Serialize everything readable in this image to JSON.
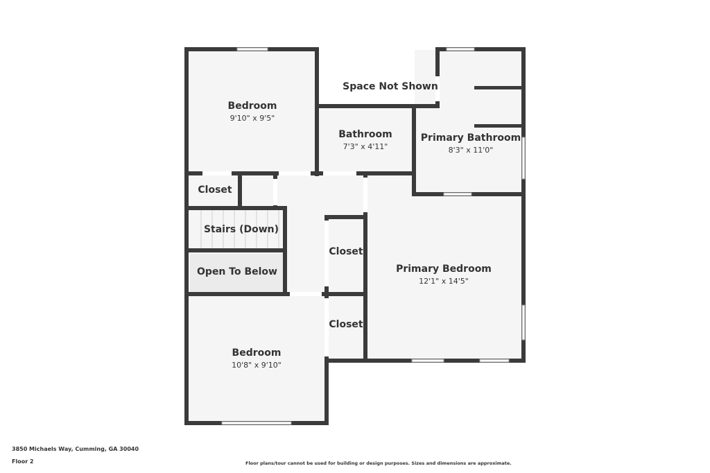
{
  "rooms": {
    "bedroom_top": {
      "name": "Bedroom",
      "dims": "9'10\" x 9'5\""
    },
    "space_not_shown": {
      "name": "Space Not Shown"
    },
    "bathroom": {
      "name": "Bathroom",
      "dims": "7'3\" x 4'11\""
    },
    "primary_bathroom": {
      "name": "Primary Bathroom",
      "dims": "8'3\" x 11'0\""
    },
    "closet_top": {
      "name": "Closet"
    },
    "stairs": {
      "name": "Stairs (Down)"
    },
    "open_to_below": {
      "name": "Open To Below"
    },
    "closet_mid": {
      "name": "Closet"
    },
    "closet_low": {
      "name": "Closet"
    },
    "primary_bedroom": {
      "name": "Primary Bedroom",
      "dims": "12'1\" x 14'5\""
    },
    "bedroom_bottom": {
      "name": "Bedroom",
      "dims": "10'8\" x 9'10\""
    }
  },
  "footer": {
    "address": "3850 Michaels Way, Cumming, GA 30040",
    "floor": "Floor 2",
    "disclaimer": "Floor plans/tour cannot be used for building or design purposes. Sizes and dimensions are approximate."
  }
}
